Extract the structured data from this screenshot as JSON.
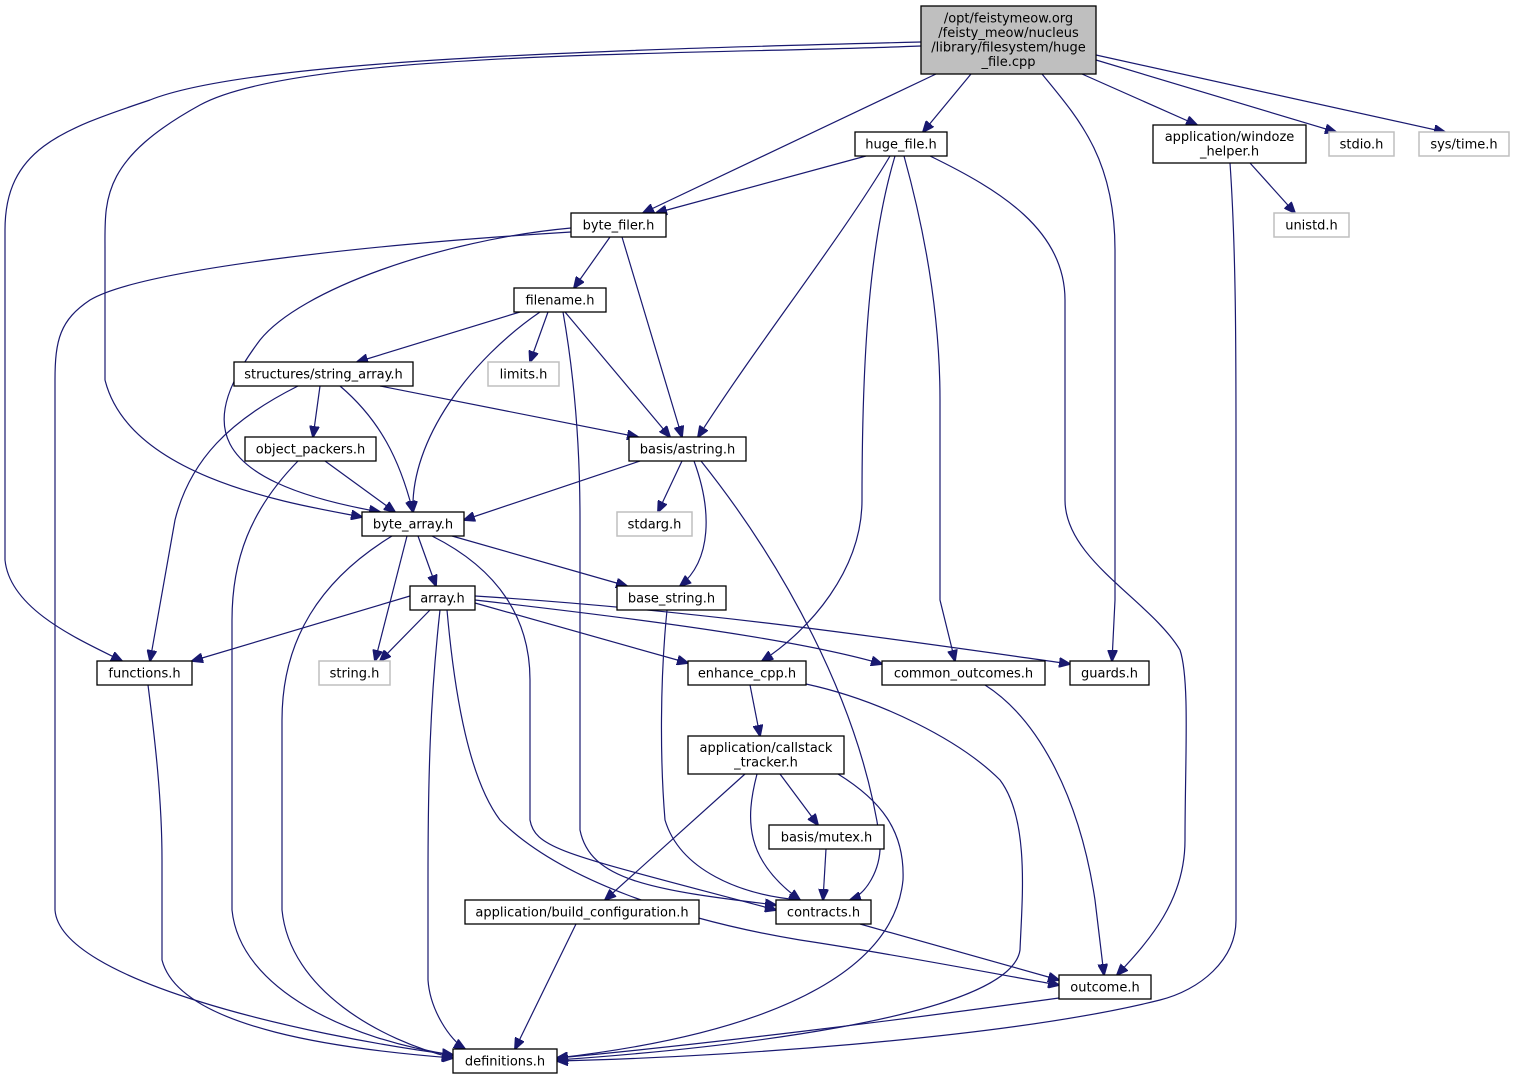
{
  "diagram": {
    "type": "include-dependency-graph",
    "edge_color": "#191970",
    "root_fill": "#bfbfbf",
    "system_border": "#bfbfbf",
    "node_border": "#000000",
    "nodes": [
      {
        "id": "root",
        "lines": [
          "/opt/feistymeow.org",
          "/feisty_meow/nucleus",
          "/library/filesystem/huge",
          "_file.cpp"
        ],
        "kind": "root"
      },
      {
        "id": "huge_file",
        "lines": [
          "huge_file.h"
        ],
        "kind": "local"
      },
      {
        "id": "windoze_helper",
        "lines": [
          "application/windoze",
          "_helper.h"
        ],
        "kind": "local"
      },
      {
        "id": "stdio",
        "lines": [
          "stdio.h"
        ],
        "kind": "system"
      },
      {
        "id": "systime",
        "lines": [
          "sys/time.h"
        ],
        "kind": "system"
      },
      {
        "id": "byte_filer",
        "lines": [
          "byte_filer.h"
        ],
        "kind": "local"
      },
      {
        "id": "unistd",
        "lines": [
          "unistd.h"
        ],
        "kind": "system"
      },
      {
        "id": "filename",
        "lines": [
          "filename.h"
        ],
        "kind": "local"
      },
      {
        "id": "string_array",
        "lines": [
          "structures/string_array.h"
        ],
        "kind": "local"
      },
      {
        "id": "limits",
        "lines": [
          "limits.h"
        ],
        "kind": "system"
      },
      {
        "id": "object_packers",
        "lines": [
          "object_packers.h"
        ],
        "kind": "local"
      },
      {
        "id": "astring",
        "lines": [
          "basis/astring.h"
        ],
        "kind": "local"
      },
      {
        "id": "byte_array",
        "lines": [
          "byte_array.h"
        ],
        "kind": "local"
      },
      {
        "id": "stdarg",
        "lines": [
          "stdarg.h"
        ],
        "kind": "system"
      },
      {
        "id": "array",
        "lines": [
          "array.h"
        ],
        "kind": "local"
      },
      {
        "id": "base_string",
        "lines": [
          "base_string.h"
        ],
        "kind": "local"
      },
      {
        "id": "functions",
        "lines": [
          "functions.h"
        ],
        "kind": "local"
      },
      {
        "id": "string",
        "lines": [
          "string.h"
        ],
        "kind": "system"
      },
      {
        "id": "enhance_cpp",
        "lines": [
          "enhance_cpp.h"
        ],
        "kind": "local"
      },
      {
        "id": "common_outcomes",
        "lines": [
          "common_outcomes.h"
        ],
        "kind": "local"
      },
      {
        "id": "guards",
        "lines": [
          "guards.h"
        ],
        "kind": "local"
      },
      {
        "id": "callstack_tracker",
        "lines": [
          "application/callstack",
          "_tracker.h"
        ],
        "kind": "local"
      },
      {
        "id": "mutex",
        "lines": [
          "basis/mutex.h"
        ],
        "kind": "local"
      },
      {
        "id": "build_configuration",
        "lines": [
          "application/build_configuration.h"
        ],
        "kind": "local"
      },
      {
        "id": "contracts",
        "lines": [
          "contracts.h"
        ],
        "kind": "local"
      },
      {
        "id": "outcome",
        "lines": [
          "outcome.h"
        ],
        "kind": "local"
      },
      {
        "id": "definitions",
        "lines": [
          "definitions.h"
        ],
        "kind": "local"
      }
    ],
    "edges": [
      [
        "root",
        "huge_file"
      ],
      [
        "root",
        "byte_filer"
      ],
      [
        "root",
        "windoze_helper"
      ],
      [
        "root",
        "stdio"
      ],
      [
        "root",
        "systime"
      ],
      [
        "root",
        "guards"
      ],
      [
        "root",
        "byte_array"
      ],
      [
        "root",
        "functions"
      ],
      [
        "huge_file",
        "byte_filer"
      ],
      [
        "huge_file",
        "astring"
      ],
      [
        "huge_file",
        "enhance_cpp"
      ],
      [
        "huge_file",
        "common_outcomes"
      ],
      [
        "huge_file",
        "outcome"
      ],
      [
        "windoze_helper",
        "unistd"
      ],
      [
        "windoze_helper",
        "definitions"
      ],
      [
        "byte_filer",
        "filename"
      ],
      [
        "byte_filer",
        "astring"
      ],
      [
        "byte_filer",
        "byte_array"
      ],
      [
        "byte_filer",
        "definitions"
      ],
      [
        "filename",
        "string_array"
      ],
      [
        "filename",
        "limits"
      ],
      [
        "filename",
        "byte_array"
      ],
      [
        "filename",
        "astring"
      ],
      [
        "filename",
        "contracts"
      ],
      [
        "string_array",
        "object_packers"
      ],
      [
        "string_array",
        "byte_array"
      ],
      [
        "string_array",
        "astring"
      ],
      [
        "string_array",
        "functions"
      ],
      [
        "object_packers",
        "byte_array"
      ],
      [
        "object_packers",
        "definitions"
      ],
      [
        "astring",
        "byte_array"
      ],
      [
        "astring",
        "stdarg"
      ],
      [
        "astring",
        "base_string"
      ],
      [
        "astring",
        "contracts"
      ],
      [
        "byte_array",
        "array"
      ],
      [
        "byte_array",
        "base_string"
      ],
      [
        "byte_array",
        "string"
      ],
      [
        "byte_array",
        "contracts"
      ],
      [
        "byte_array",
        "definitions"
      ],
      [
        "array",
        "functions"
      ],
      [
        "array",
        "string"
      ],
      [
        "array",
        "enhance_cpp"
      ],
      [
        "array",
        "common_outcomes"
      ],
      [
        "array",
        "guards"
      ],
      [
        "array",
        "outcome"
      ],
      [
        "array",
        "definitions"
      ],
      [
        "base_string",
        "contracts"
      ],
      [
        "functions",
        "definitions"
      ],
      [
        "enhance_cpp",
        "callstack_tracker"
      ],
      [
        "enhance_cpp",
        "definitions"
      ],
      [
        "common_outcomes",
        "outcome"
      ],
      [
        "callstack_tracker",
        "mutex"
      ],
      [
        "callstack_tracker",
        "build_configuration"
      ],
      [
        "callstack_tracker",
        "contracts"
      ],
      [
        "callstack_tracker",
        "definitions"
      ],
      [
        "mutex",
        "contracts"
      ],
      [
        "build_configuration",
        "definitions"
      ],
      [
        "contracts",
        "outcome"
      ],
      [
        "outcome",
        "definitions"
      ]
    ]
  }
}
